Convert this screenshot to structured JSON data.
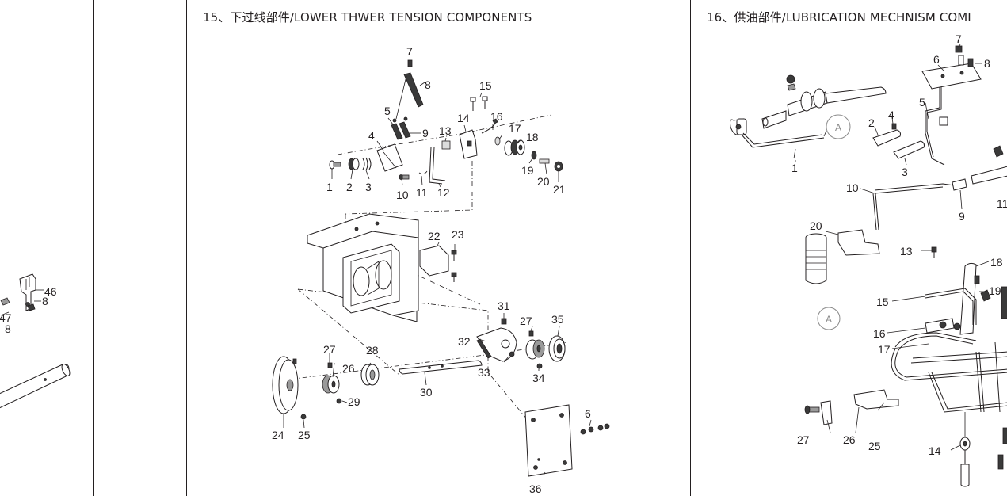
{
  "panels": {
    "left": {
      "labels": [
        "46",
        "8",
        "47",
        "8"
      ]
    },
    "center": {
      "title": "15、下过线部件/LOWER THWER TENSION COMPONENTS",
      "labels": [
        "1",
        "2",
        "3",
        "4",
        "5",
        "6",
        "7",
        "8",
        "9",
        "10",
        "11",
        "12",
        "13",
        "14",
        "15",
        "16",
        "17",
        "18",
        "19",
        "20",
        "21",
        "22",
        "23",
        "24",
        "25",
        "26",
        "27",
        "27",
        "28",
        "29",
        "30",
        "31",
        "32",
        "33",
        "34",
        "35",
        "36"
      ]
    },
    "right": {
      "title": "16、供油部件/LUBRICATION MECHNISM COMI",
      "callout_marker": "A",
      "labels": [
        "1",
        "2",
        "3",
        "4",
        "5",
        "6",
        "7",
        "8",
        "9",
        "10",
        "11",
        "13",
        "14",
        "15",
        "16",
        "17",
        "18",
        "19",
        "20",
        "25",
        "26",
        "27"
      ]
    }
  }
}
